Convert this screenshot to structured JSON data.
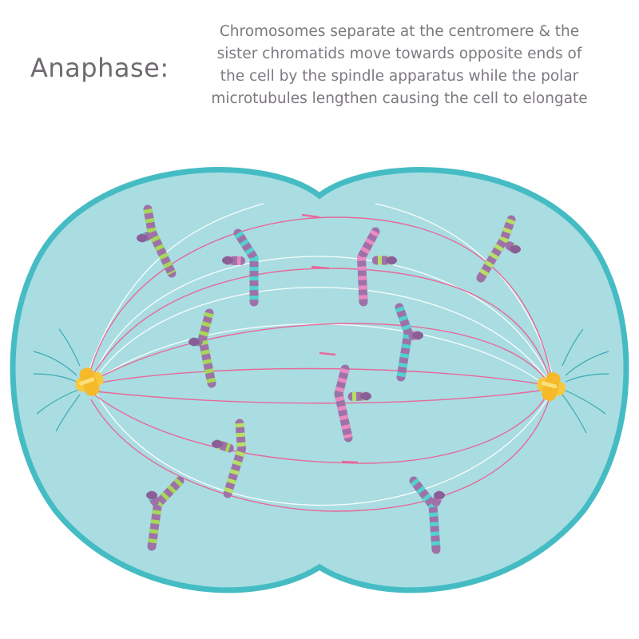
{
  "title": "Anaphase:",
  "description": [
    "Chromosomes separate at the centromere & the",
    "sister chromatids move towards opposite ends of",
    "the cell by the spindle apparatus while the polar",
    "microtubules lengthen causing the cell to elongate"
  ],
  "colors": {
    "cytoplasm": "#a9dde1",
    "membrane": "#45bcc4",
    "spindle_fiber": "#e8689a",
    "polar_fiber": "#ffffff",
    "astral_ray": "#3aaab5",
    "centrosome": "#f8c83c",
    "centrosome_light": "#fbe07a",
    "chromatid_bands": [
      "#9e72a8",
      "#a5d858",
      "#52d2d0",
      "#e88bc2",
      "#b6e064"
    ]
  }
}
